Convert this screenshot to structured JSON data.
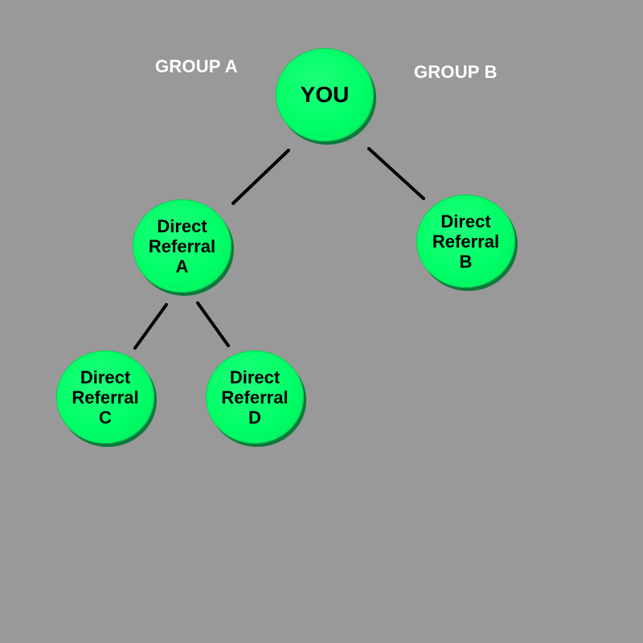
{
  "groups": {
    "a": "GROUP A",
    "b": "GROUP B"
  },
  "nodes": {
    "you": {
      "line1": "YOU"
    },
    "a": {
      "line1": "Direct",
      "line2": "Referral",
      "line3": "A"
    },
    "b": {
      "line1": "Direct",
      "line2": "Referral",
      "line3": "B"
    },
    "c": {
      "line1": "Direct",
      "line2": "Referral",
      "line3": "C"
    },
    "d": {
      "line1": "Direct",
      "line2": "Referral",
      "line3": "D"
    }
  },
  "edges": [
    {
      "from": "you",
      "to": "a"
    },
    {
      "from": "you",
      "to": "b"
    },
    {
      "from": "a",
      "to": "c"
    },
    {
      "from": "a",
      "to": "d"
    }
  ],
  "colors": {
    "background": "#999999",
    "node_fill": "#00ff66",
    "node_shadow": "#0b7a3a",
    "connector": "#000000",
    "group_label": "#ffffff",
    "node_text": "#000000"
  }
}
